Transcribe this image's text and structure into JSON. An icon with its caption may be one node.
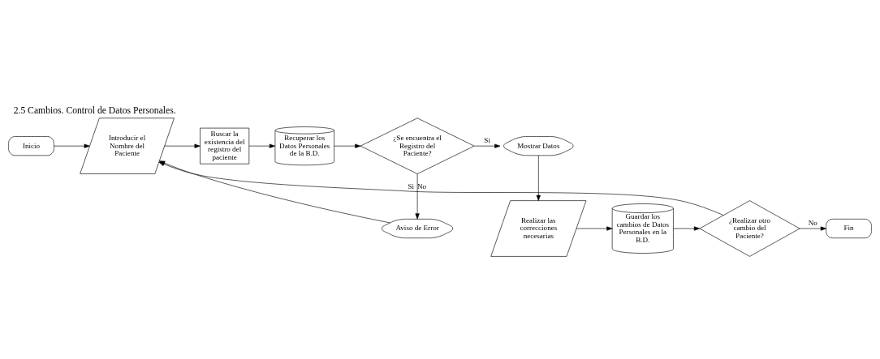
{
  "diagram": {
    "title": "2.5 Cambios. Control de Datos Personales.",
    "nodes": [
      {
        "text": [
          "Inicio"
        ]
      },
      {
        "text": [
          "Introducir el Nombre del Paciente"
        ]
      },
      {
        "text": [
          "Buscar la existencia del registro del paciente"
        ]
      },
      {
        "text": [
          "Recuperar los Datos Personales de la B.D."
        ]
      },
      {
        "text": [
          "¿Se encuentra el Registro del Paciente?"
        ]
      },
      {
        "text": [
          "Mostrar Datos"
        ]
      },
      {
        "text": [
          "Aviso de Error"
        ]
      },
      {
        "text": [
          "Realizar las correcciones necesarias"
        ]
      },
      {
        "text": [
          "Guardar los cambios de Datos Personales en la B.D."
        ]
      },
      {
        "text": [
          "¿Realizar otro cambio del Paciente?"
        ]
      },
      {
        "text": [
          "Fin"
        ]
      }
    ],
    "edges": [
      {
        "from": 0,
        "to": 1,
        "arrow": "to"
      },
      {
        "from": 1,
        "to": 2,
        "arrow": "to"
      },
      {
        "from": 2,
        "to": 3,
        "arrow": "to"
      },
      {
        "from": 3,
        "to": 4,
        "arrow": "to"
      },
      {
        "from": 4,
        "to": 5,
        "arrow": "to",
        "label": "Si"
      },
      {
        "from": 4,
        "to": 6,
        "arrow": "to",
        "label": "No"
      },
      {
        "from": 6,
        "to": 1,
        "arrow": "to"
      },
      {
        "from": 5,
        "to": 7,
        "arrow": "to"
      },
      {
        "from": 7,
        "to": 8,
        "arrow": "to"
      },
      {
        "from": 8,
        "to": 9,
        "arrow": "to"
      },
      {
        "from": 9,
        "to": 10,
        "arrow": "to",
        "label": "No"
      },
      {
        "from": 9,
        "to": 1,
        "arrow": "to",
        "label": "Si"
      }
    ]
  }
}
